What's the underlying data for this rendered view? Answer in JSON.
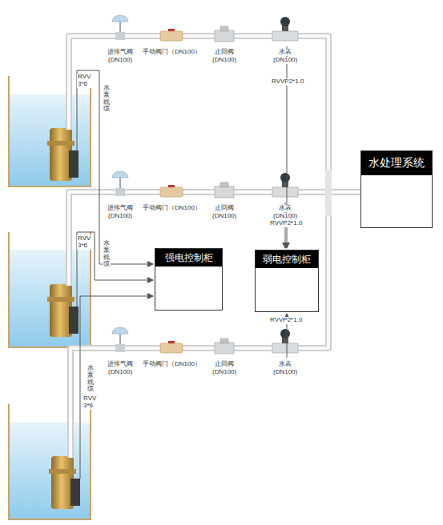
{
  "diagram": {
    "nodes": [
      {
        "text": [
          "水处理系统"
        ]
      },
      {
        "text": [
          "强电控制柜"
        ]
      },
      {
        "text": [
          "弱电控制柜"
        ]
      }
    ],
    "labels": [
      "进排气阀",
      "(DN100)",
      "手动阀门（DN100）",
      "止回阀",
      "(DN100)",
      "水表",
      "(DN100)",
      "RVV 3*6",
      "水泵线缆",
      "RVVP2*1.0",
      "进排气阀",
      "(DN100)",
      "手动阀门（DN100）",
      "止回阀",
      "(DN100)",
      "水表",
      "(DN100)",
      "RVV 3*6",
      "水泵线缆",
      "RVVP2*1.0",
      "进排气阀",
      "(DN100)",
      "手动阀门（DN100）",
      "止回阀",
      "(DN100)",
      "水表",
      "(DN100)",
      "RVV 3*6",
      "水泵线缆",
      "RVVP2*1.0"
    ]
  }
}
